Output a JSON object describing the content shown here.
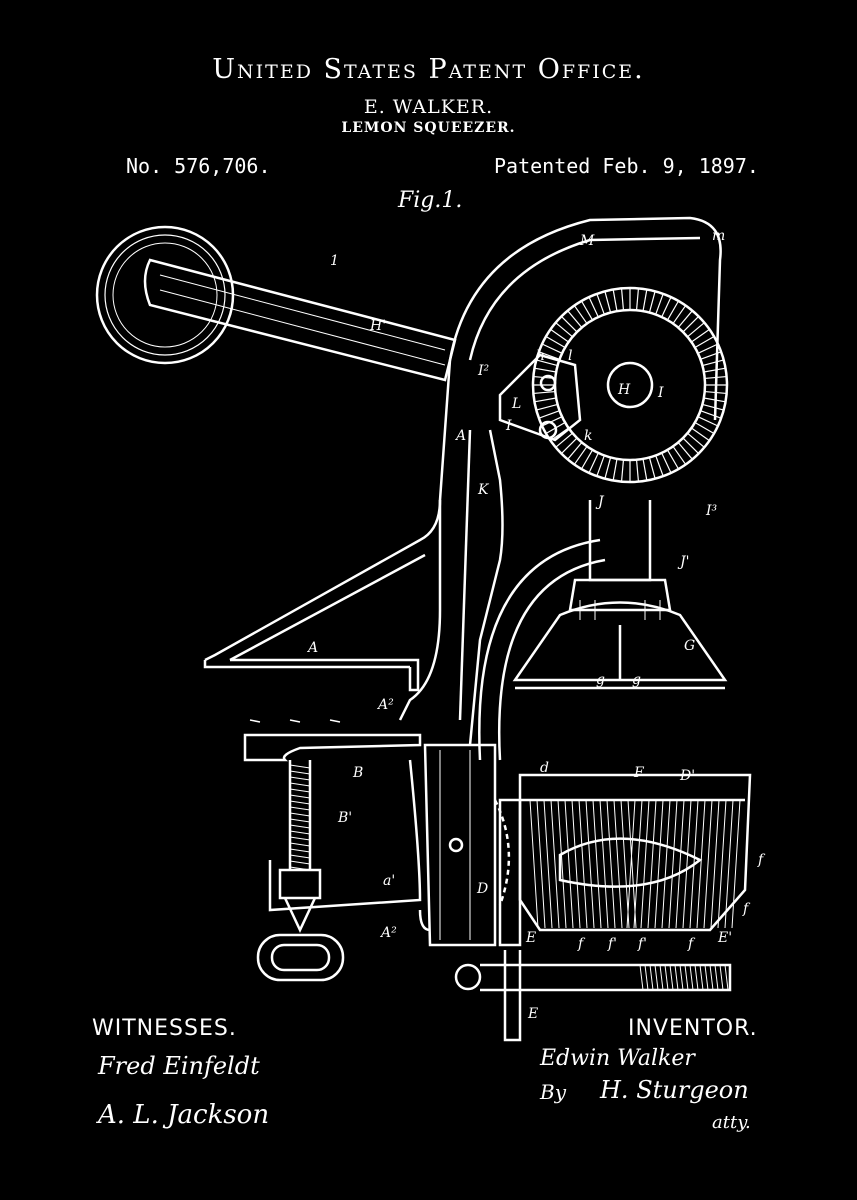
{
  "header": {
    "title": "United States Patent Office.",
    "inventor": "E. WALKER.",
    "subject": "LEMON SQUEEZER.",
    "patent_number": "No. 576,706.",
    "patent_date": "Patented Feb. 9, 1897.",
    "figure": "Fig.1."
  },
  "labels": [
    "M",
    "m",
    "1",
    "H'",
    "I²",
    "h",
    "l",
    "H",
    "I",
    "L",
    "A",
    "I",
    "k",
    "K",
    "J",
    "I³",
    "J'",
    "G",
    "g",
    "g",
    "A",
    "A²",
    "B",
    "B'",
    "a'",
    "D",
    "A²",
    "d",
    "F",
    "D'",
    "f",
    "f",
    "E",
    "f",
    "f'",
    "f'",
    "f",
    "E'",
    "E"
  ],
  "footer": {
    "witnesses_heading": "WITNESSES.",
    "witness_1": "Fred Einfeldt",
    "witness_2": "A. L. Jackson",
    "inventor_heading": "INVENTOR.",
    "inventor_signature": "Edwin Walker",
    "by": "By",
    "attorney_signature": "H. Sturgeon",
    "attorney_title": "atty."
  },
  "colors": {
    "background": "#000000",
    "ink": "#ffffff"
  }
}
